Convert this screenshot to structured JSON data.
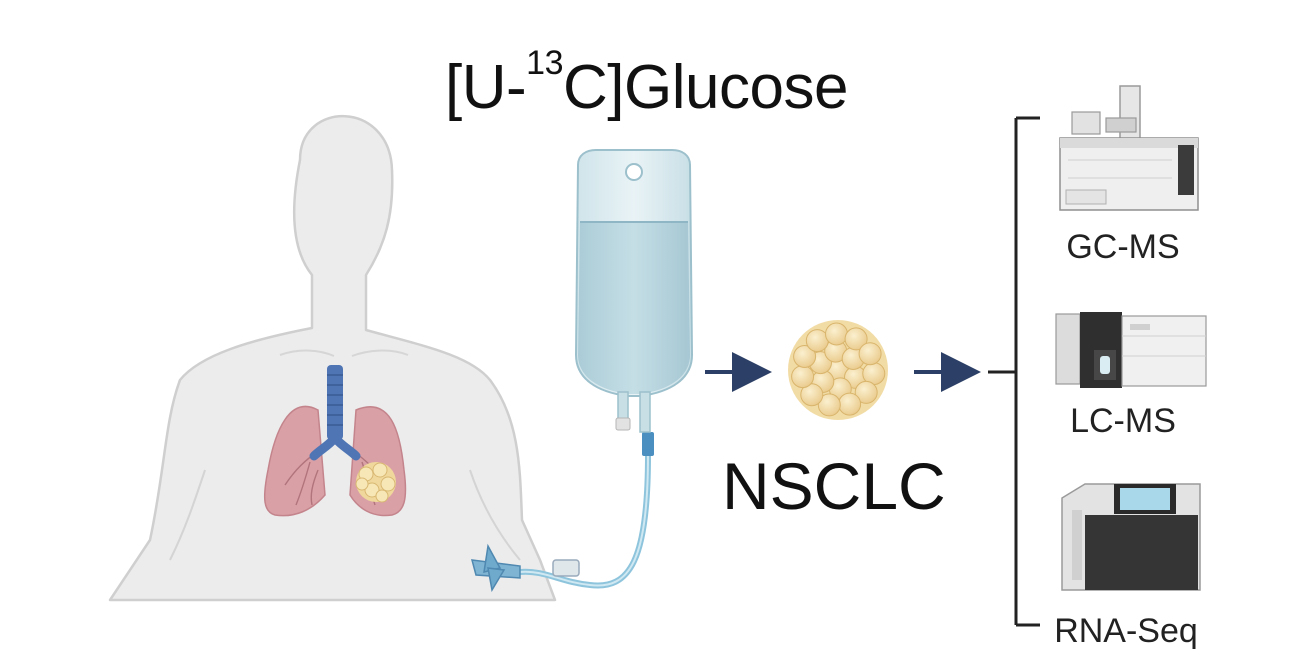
{
  "tracer": {
    "prefix": "[U-",
    "isotope": "13",
    "suffix": "C]Glucose"
  },
  "tumor": {
    "label": "NSCLC"
  },
  "analyses": [
    {
      "label": "GC-MS",
      "icon": "gc-ms-instrument-icon"
    },
    {
      "label": "LC-MS",
      "icon": "lc-ms-instrument-icon"
    },
    {
      "label": "RNA-Seq",
      "icon": "sequencer-icon"
    }
  ],
  "colors": {
    "body": "#ececec",
    "lung": "#d9a0a6",
    "trachea": "#4f75b4",
    "iv_fluid": "#b9d6df",
    "tube": "#8ec5dd",
    "tumor": "#f0d79b",
    "arrow": "#2c3f66"
  }
}
